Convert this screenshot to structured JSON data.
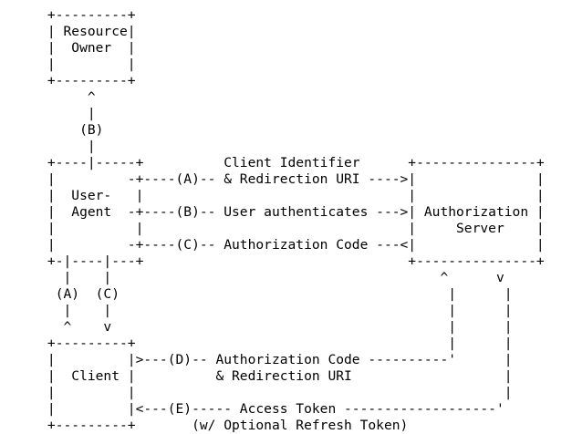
{
  "meta": {
    "title": "OAuth 2.0 Authorization Code Flow",
    "diagram_type": "ascii-art-flow-diagram",
    "colors": {
      "background": "#ffffff",
      "foreground": "#000000"
    }
  },
  "nodes": {
    "resource_owner": {
      "label_line_1": "Resource",
      "label_line_2": "Owner"
    },
    "user_agent": {
      "label_line_1": "User-",
      "label_line_2": "Agent"
    },
    "authorization_server": {
      "label_line_1": "Authorization",
      "label_line_2": "Server"
    },
    "client": {
      "label_line_1": "Client"
    }
  },
  "steps": [
    {
      "id": "A",
      "marker": "(A)",
      "text_line_1": "Client Identifier",
      "text_line_2": "& Redirection URI",
      "from": "user_agent",
      "to": "authorization_server",
      "arrow": "---->"
    },
    {
      "id": "B",
      "marker": "(B)",
      "text_line_1": "User authenticates",
      "from": "resource_owner",
      "to": "authorization_server",
      "arrow": "--->"
    },
    {
      "id": "C",
      "marker": "(C)",
      "text_line_1": "Authorization Code",
      "from": "authorization_server",
      "to": "user_agent",
      "arrow": "---<"
    },
    {
      "id": "D",
      "marker": "(D)",
      "text_line_1": "Authorization Code",
      "text_line_2": "& Redirection URI",
      "from": "client",
      "to": "authorization_server",
      "arrow": ">---"
    },
    {
      "id": "E",
      "marker": "(E)",
      "text_line_1": "Access Token",
      "text_line_2": "(w/ Optional Refresh Token)",
      "from": "authorization_server",
      "to": "client",
      "arrow": "<---"
    }
  ],
  "ascii": {
    "lines": [
      "     +---------+",
      "     | Resource|",
      "     |  Owner  |",
      "     |         |",
      "     +---------+",
      "          ^",
      "          |",
      "         (B)",
      "          |",
      "     +----|-----+          Client Identifier      +---------------+",
      "     |         -+----(A)-- & Redirection URI ---->|               |",
      "     |  User-   |                                 |               |",
      "     |  Agent  -+----(B)-- User authenticates --->| Authorization |",
      "     |          |                                 |     Server    |",
      "     |         -+----(C)-- Authorization Code ---<|               |",
      "     +-|----|---+                                 +---------------+",
      "       |    |                                         ^      v",
      "      (A)  (C)                                         |      |",
      "       |    |                                          |      |",
      "       ^    v                                          |      |",
      "     +---------+                                       |      |",
      "     |         |>---(D)-- Authorization Code ----------'      |",
      "     |  Client |          & Redirection URI                   |",
      "     |         |                                              |",
      "     |         |<---(E)----- Access Token -------------------'",
      "     +---------+       (w/ Optional Refresh Token)"
    ]
  }
}
